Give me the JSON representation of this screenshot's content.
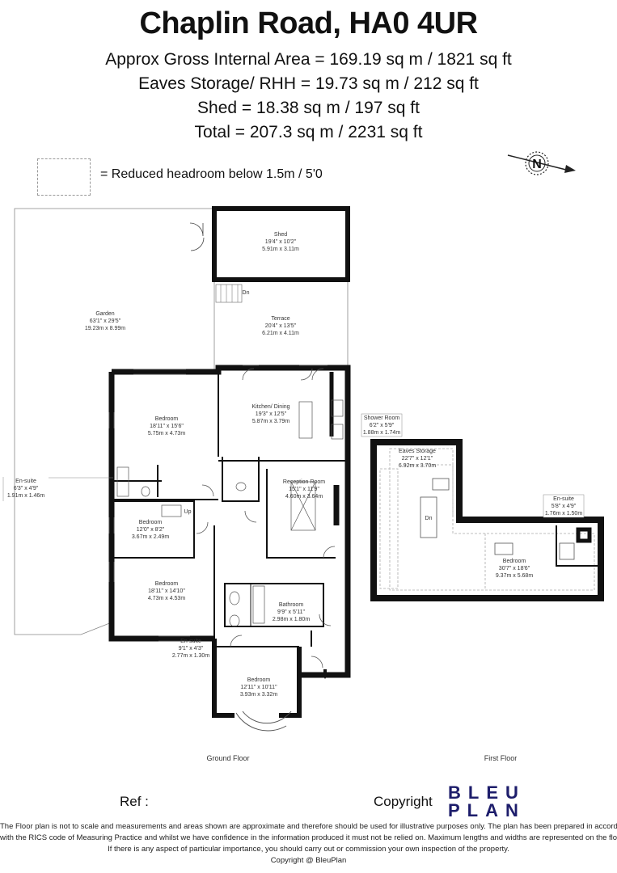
{
  "header": {
    "title": "Chaplin Road, HA0 4UR",
    "areas": [
      "Approx Gross Internal Area = 169.19 sq m / 1821 sq ft",
      "Eaves Storage/ RHH = 19.73 sq m / 212 sq ft",
      "Shed = 18.38 sq m / 197 sq ft",
      "Total = 207.3 sq m / 2231 sq ft"
    ]
  },
  "key": {
    "text": "= Reduced headroom below 1.5m / 5'0"
  },
  "compass": {
    "letter": "N"
  },
  "rooms": {
    "shed": {
      "name": "Shed",
      "imperial": "19'4\" x 10'2\"",
      "metric": "5.91m x 3.11m"
    },
    "garden": {
      "name": "Garden",
      "imperial": "63'1\" x 29'5\"",
      "metric": "19.23m x 8.99m"
    },
    "terrace": {
      "name": "Terrace",
      "imperial": "20'4\" x 13'5\"",
      "metric": "6.21m x 4.11m"
    },
    "kitchen": {
      "name": "Kitchen/ Dining",
      "imperial": "19'3\" x 12'5\"",
      "metric": "5.87m x 3.79m"
    },
    "bedroom1": {
      "name": "Bedroom",
      "imperial": "18'11\" x 15'6\"",
      "metric": "5.75m x 4.73m"
    },
    "ensuite1": {
      "name": "En-suite",
      "imperial": "6'3\" x 4'9\"",
      "metric": "1.91m x 1.46m"
    },
    "reception": {
      "name": "Reception Room",
      "imperial": "15'1\" x 11'9\"",
      "metric": "4.60m x 3.64m"
    },
    "bedroom2": {
      "name": "Bedroom",
      "imperial": "12'0\" x 8'2\"",
      "metric": "3.67m x 2.49m"
    },
    "bedroom3": {
      "name": "Bedroom",
      "imperial": "18'11\" x 14'10\"",
      "metric": "4.73m x 4.53m"
    },
    "bathroom": {
      "name": "Bathroom",
      "imperial": "9'9\" x 5'11\"",
      "metric": "2.98m x 1.80m"
    },
    "ensuite2": {
      "name": "En-suite",
      "imperial": "9'1\" x 4'3\"",
      "metric": "2.77m x 1.30m"
    },
    "bedroom4": {
      "name": "Bedroom",
      "imperial": "12'11\" x 10'11\"",
      "metric": "3.93m x 3.32m"
    },
    "shower": {
      "name": "Shower Room",
      "imperial": "6'2\" x 5'9\"",
      "metric": "1.88m x 1.74m"
    },
    "eaves": {
      "name": "Eaves Storage",
      "imperial": "22'7\" x 12'1\"",
      "metric": "6.92m x 3.70m"
    },
    "ensuite3": {
      "name": "En-suite",
      "imperial": "5'8\" x 4'9\"",
      "metric": "1.76m x 1.50m"
    },
    "bedroom5": {
      "name": "Bedroom",
      "imperial": "30'7\" x 18'6\"",
      "metric": "9.37m x 5.68m"
    }
  },
  "markers": {
    "dn": "Dn",
    "up": "Up",
    "dn_first": "Dn"
  },
  "floors": {
    "ground": "Ground Floor",
    "first": "First Floor"
  },
  "footer": {
    "ref": "Ref   :",
    "copyright": "Copyright",
    "logo_line1": "BLEU",
    "logo_line2": "PLAN",
    "disclaimer": [
      "The Floor plan is not to scale and measurements and areas shown are approximate and therefore should be used for illustrative purposes only. The plan has been prepared in accordance",
      "with the RICS code of Measuring Practice and whilst we have confidence in the information produced it must not be relied on. Maximum lengths and widths are represented on the floor plan.",
      "If there is any aspect of particular importance, you should carry out or commission your own inspection of the property.",
      "Copyright @ BleuPlan"
    ]
  }
}
